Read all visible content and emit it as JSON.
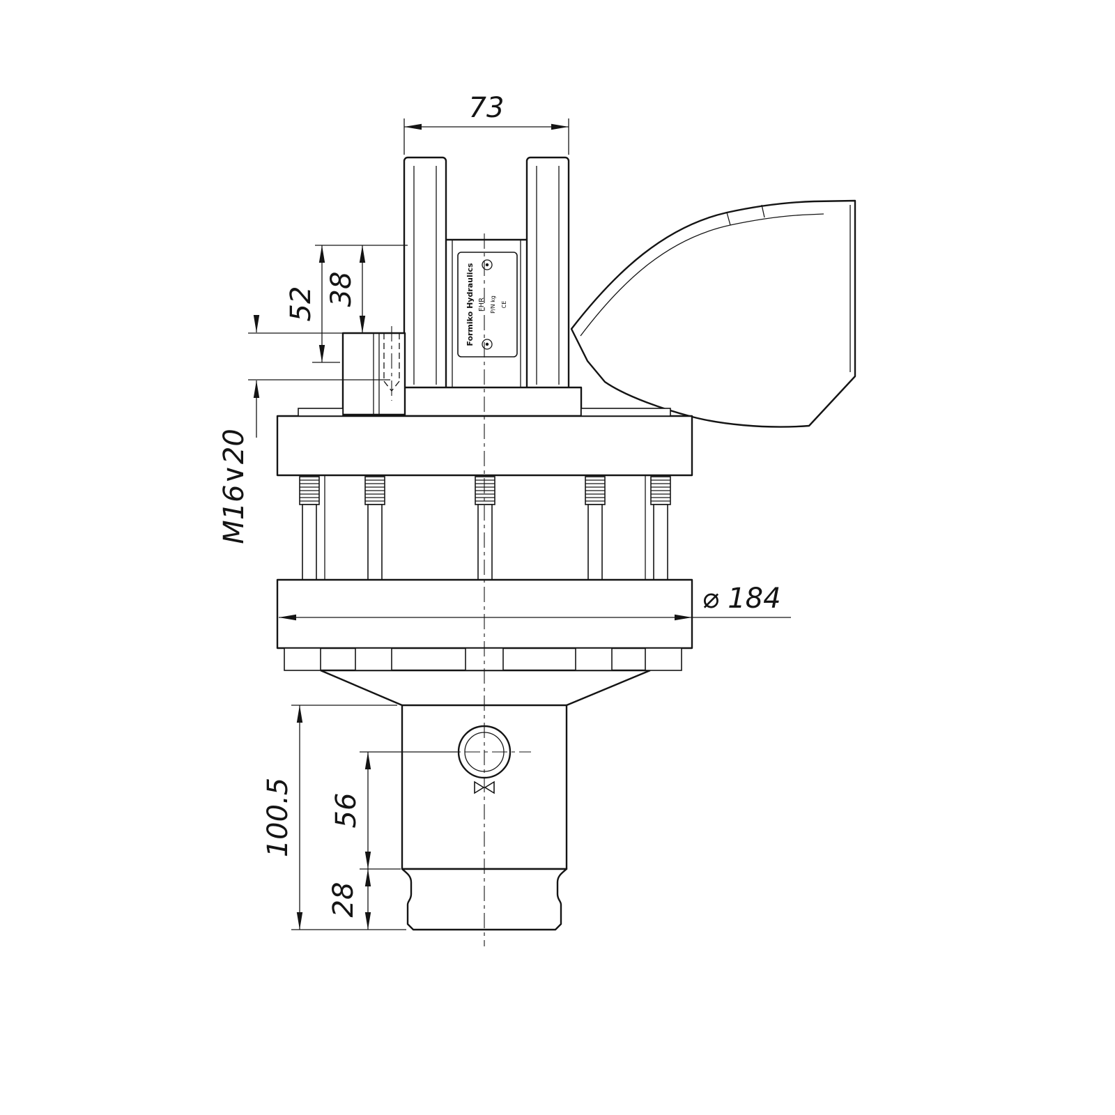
{
  "drawing": {
    "background": "#ffffff",
    "line_color": "#141414",
    "dims": {
      "top_width": "73",
      "left_outer": "52",
      "left_inner": "38",
      "thread_callout": "M16∨20",
      "flange_diameter": "⌀ 184",
      "shaft_length": "100.5",
      "port_height": "56",
      "tip_height": "28"
    },
    "nameplate": {
      "brand": "Formiko Hydraulics",
      "model": "FHR",
      "fields": "P/N        kg",
      "cert": "CE"
    }
  }
}
